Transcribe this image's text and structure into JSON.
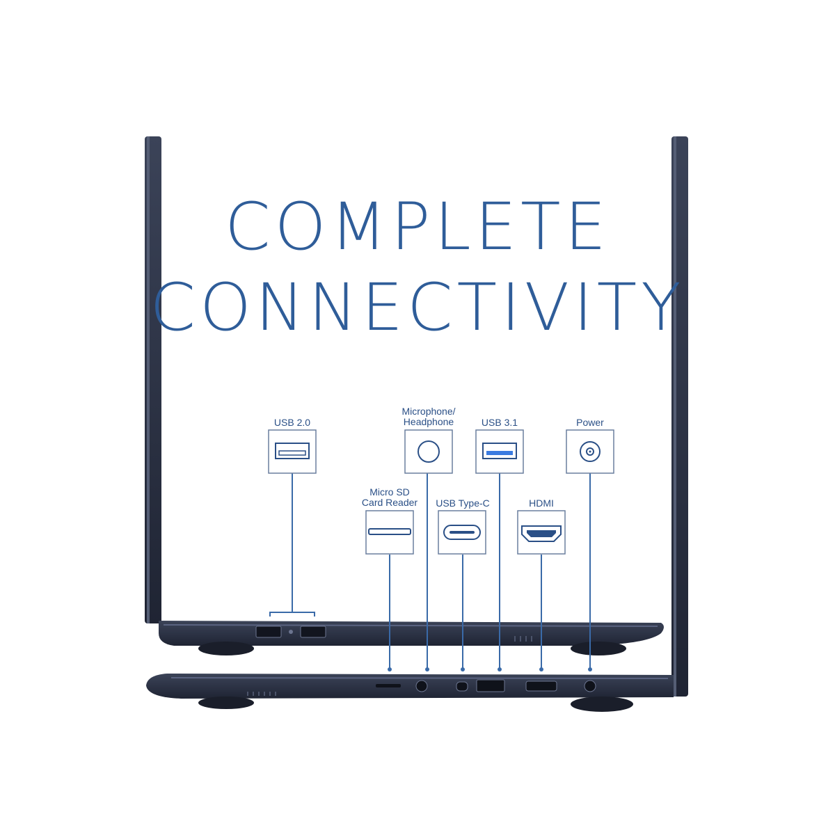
{
  "headline": {
    "line1": "COMPLETE",
    "line2": "CONNECTIVITY"
  },
  "ports": {
    "usb20": {
      "label": "USB 2.0",
      "icon": "usb-a-port-icon"
    },
    "microsd": {
      "label_line1": "Micro SD",
      "label_line2": "Card Reader",
      "icon": "micro-sd-slot-icon"
    },
    "audio": {
      "label_line1": "Microphone/",
      "label_line2": "Headphone",
      "icon": "audio-jack-icon"
    },
    "usbc": {
      "label": "USB Type-C",
      "icon": "usb-c-port-icon"
    },
    "usb31": {
      "label": "USB 3.1",
      "icon": "usb-a-blue-port-icon"
    },
    "hdmi": {
      "label": "HDMI",
      "icon": "hdmi-port-icon"
    },
    "power": {
      "label": "Power",
      "icon": "power-jack-icon"
    }
  },
  "colors": {
    "text": "#2f5d99",
    "laptop_body": "#2c3346",
    "leader_line": "#3a6aa8",
    "usb31_accent": "#3a7be0"
  }
}
